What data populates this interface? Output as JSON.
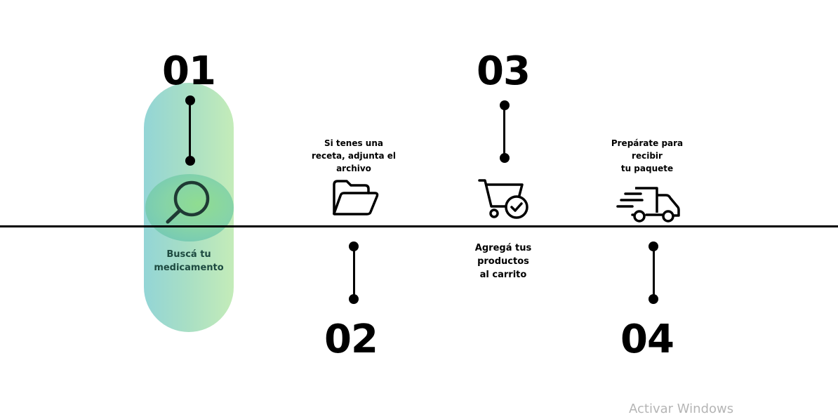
{
  "steps": [
    {
      "number": "01",
      "label": "Buscá tu\nmedicamento",
      "icon": "search-icon"
    },
    {
      "number": "02",
      "label": "Si tenes una\nreceta, adjunta el\narchivo",
      "icon": "folder-open-icon"
    },
    {
      "number": "03",
      "label": "Agregá tus\nproductos\nal carrito",
      "icon": "cart-check-icon"
    },
    {
      "number": "04",
      "label": "Prepárate para\nrecibir\ntu paquete",
      "icon": "delivery-truck-icon"
    }
  ],
  "watermark": "Activar Windows",
  "colors": {
    "pill_gradient_start": "#93d5d6",
    "pill_gradient_end": "#c4ecb9",
    "step1_label": "#1d4a40",
    "line": "#000000"
  }
}
